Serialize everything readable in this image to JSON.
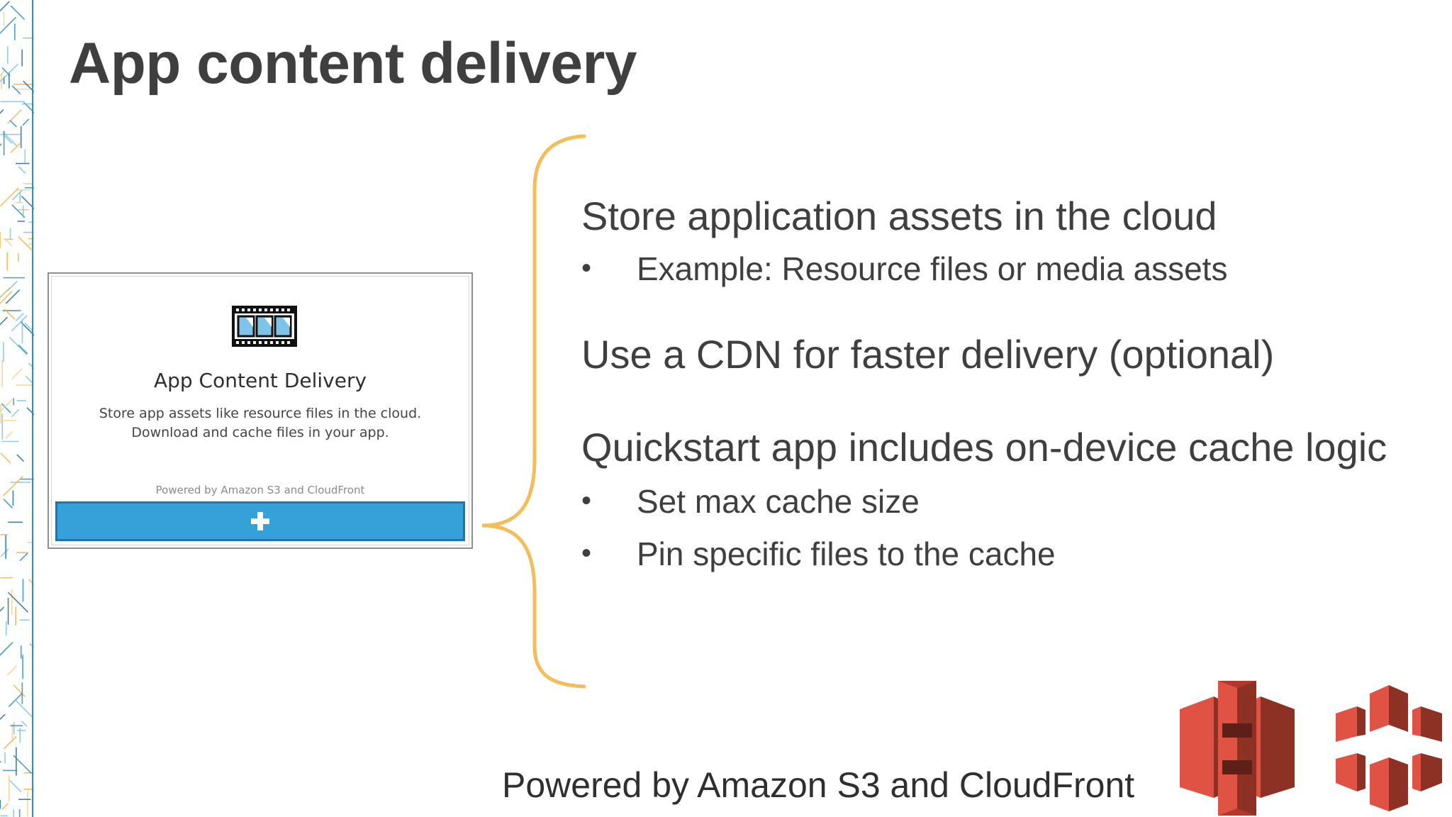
{
  "slide": {
    "title": "App content delivery"
  },
  "card": {
    "icon": "film-strip-icon",
    "title": "App Content Delivery",
    "description_lines": [
      "Store app assets like resource files in the cloud.",
      "Download and cache files in your app."
    ],
    "powered_by": "Powered by Amazon S3 and CloudFront",
    "add_button_icon": "plus-icon"
  },
  "points": [
    {
      "heading": "Store application assets in the cloud",
      "bullets": [
        "Example: Resource files or media assets"
      ]
    },
    {
      "heading": "Use a CDN for faster delivery (optional)",
      "bullets": []
    },
    {
      "heading": "Quickstart app includes on-device cache logic",
      "bullets": [
        "Set max cache size",
        "Pin specific files to the cache"
      ]
    }
  ],
  "footer": {
    "text": "Powered by Amazon S3 and CloudFront",
    "icons": [
      "amazon-s3-icon",
      "cloudfront-icon"
    ]
  },
  "colors": {
    "brace": "#f3bd5b",
    "button": "#36a0d8",
    "button_border": "#1d75b3",
    "aws_red_light": "#e05243",
    "aws_red_dark": "#8c3123",
    "aws_red_mid": "#b0392b"
  }
}
